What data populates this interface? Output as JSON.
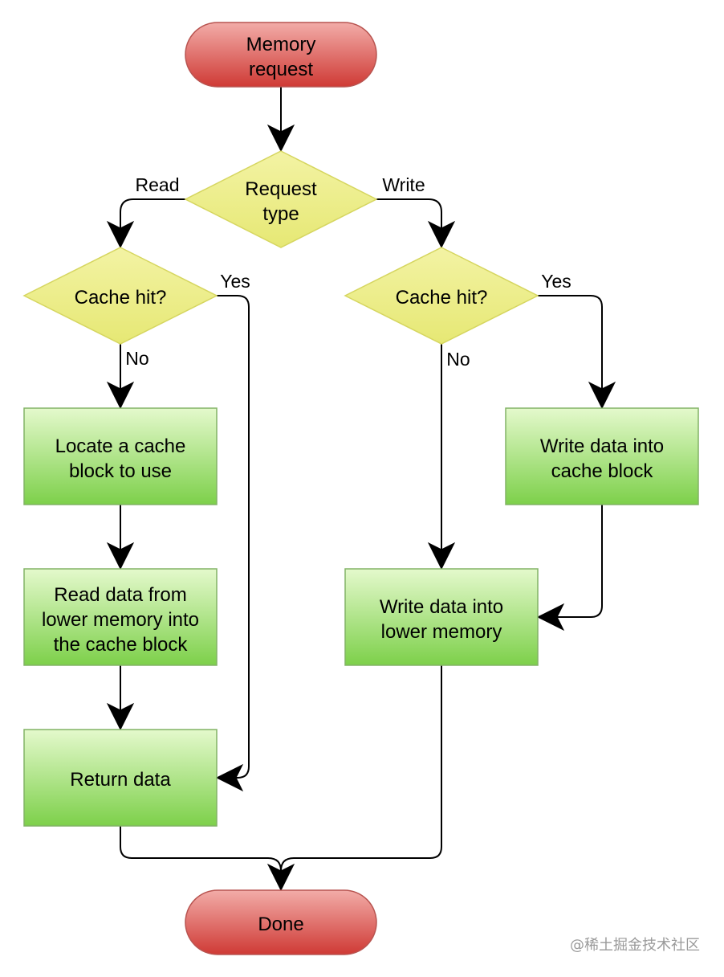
{
  "nodes": {
    "start": {
      "line1": "Memory",
      "line2": "request"
    },
    "request_type": {
      "line1": "Request",
      "line2": "type"
    },
    "cache_hit_read": {
      "text": "Cache hit?"
    },
    "cache_hit_write": {
      "text": "Cache hit?"
    },
    "locate_block": {
      "line1": "Locate a cache",
      "line2": "block to use"
    },
    "read_lower": {
      "line1": "Read data from",
      "line2": "lower memory into",
      "line3": "the cache block"
    },
    "return_data": {
      "text": "Return data"
    },
    "write_cache": {
      "line1": "Write data into",
      "line2": "cache block"
    },
    "write_lower": {
      "line1": "Write data into",
      "line2": "lower memory"
    },
    "done": {
      "text": "Done"
    }
  },
  "edge_labels": {
    "read": "Read",
    "write": "Write",
    "read_yes": "Yes",
    "read_no": "No",
    "write_yes": "Yes",
    "write_no": "No"
  },
  "watermark": "@稀土掘金技术社区",
  "colors": {
    "terminal_top": "#f0a8a4",
    "terminal_bottom": "#d03c37",
    "terminal_stroke": "#b85450",
    "decision_fill": "#eef089",
    "decision_stroke": "#d6d660",
    "process_top": "#e2f8c8",
    "process_bottom": "#7ed14c",
    "process_stroke": "#82b366"
  }
}
